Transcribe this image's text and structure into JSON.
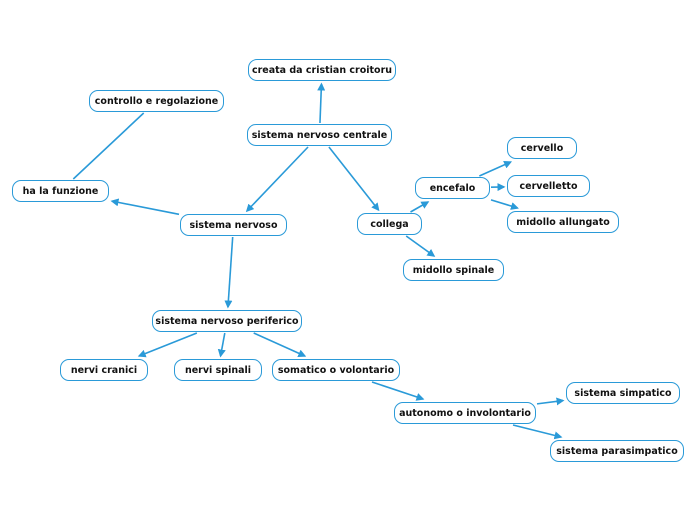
{
  "colors": {
    "accent": "#2a9ad8",
    "node_fill": "#ffffff",
    "text": "#111111"
  },
  "nodes": {
    "creata": "creata da cristian croitoru",
    "controllo": "controllo e regolazione",
    "snc": "sistema nervoso centrale",
    "cervello": "cervello",
    "encefalo": "encefalo",
    "cervelletto": "cervelletto",
    "funzione": "ha la funzione",
    "sn": "sistema nervoso",
    "collega": "collega",
    "midollo_allungato": "midollo allungato",
    "midollo_spinale": "midollo spinale",
    "snp": "sistema nervoso periferico",
    "nervi_cranici": "nervi cranici",
    "nervi_spinali": "nervi spinali",
    "somatico": "somatico o volontario",
    "simpatico": "sistema simpatico",
    "autonomo": "autonomo o involontario",
    "parasimpatico": "sistema parasimpatico"
  },
  "edges": [
    {
      "from": "snc",
      "to": "creata",
      "arrow": true
    },
    {
      "from": "snc",
      "to": "sn",
      "arrow": true
    },
    {
      "from": "snc",
      "to": "collega",
      "arrow": true
    },
    {
      "from": "sn",
      "to": "funzione",
      "arrow": true
    },
    {
      "from": "funzione",
      "to": "controllo",
      "arrow": false
    },
    {
      "from": "sn",
      "to": "snp",
      "arrow": true
    },
    {
      "from": "collega",
      "to": "encefalo",
      "arrow": true
    },
    {
      "from": "collega",
      "to": "midollo_spinale",
      "arrow": true
    },
    {
      "from": "encefalo",
      "to": "cervello",
      "arrow": true
    },
    {
      "from": "encefalo",
      "to": "cervelletto",
      "arrow": true
    },
    {
      "from": "encefalo",
      "to": "midollo_allungato",
      "arrow": true
    },
    {
      "from": "snp",
      "to": "nervi_cranici",
      "arrow": true
    },
    {
      "from": "snp",
      "to": "nervi_spinali",
      "arrow": true
    },
    {
      "from": "snp",
      "to": "somatico",
      "arrow": true
    },
    {
      "from": "somatico",
      "to": "autonomo",
      "arrow": true
    },
    {
      "from": "autonomo",
      "to": "simpatico",
      "arrow": true
    },
    {
      "from": "autonomo",
      "to": "parasimpatico",
      "arrow": true
    }
  ]
}
